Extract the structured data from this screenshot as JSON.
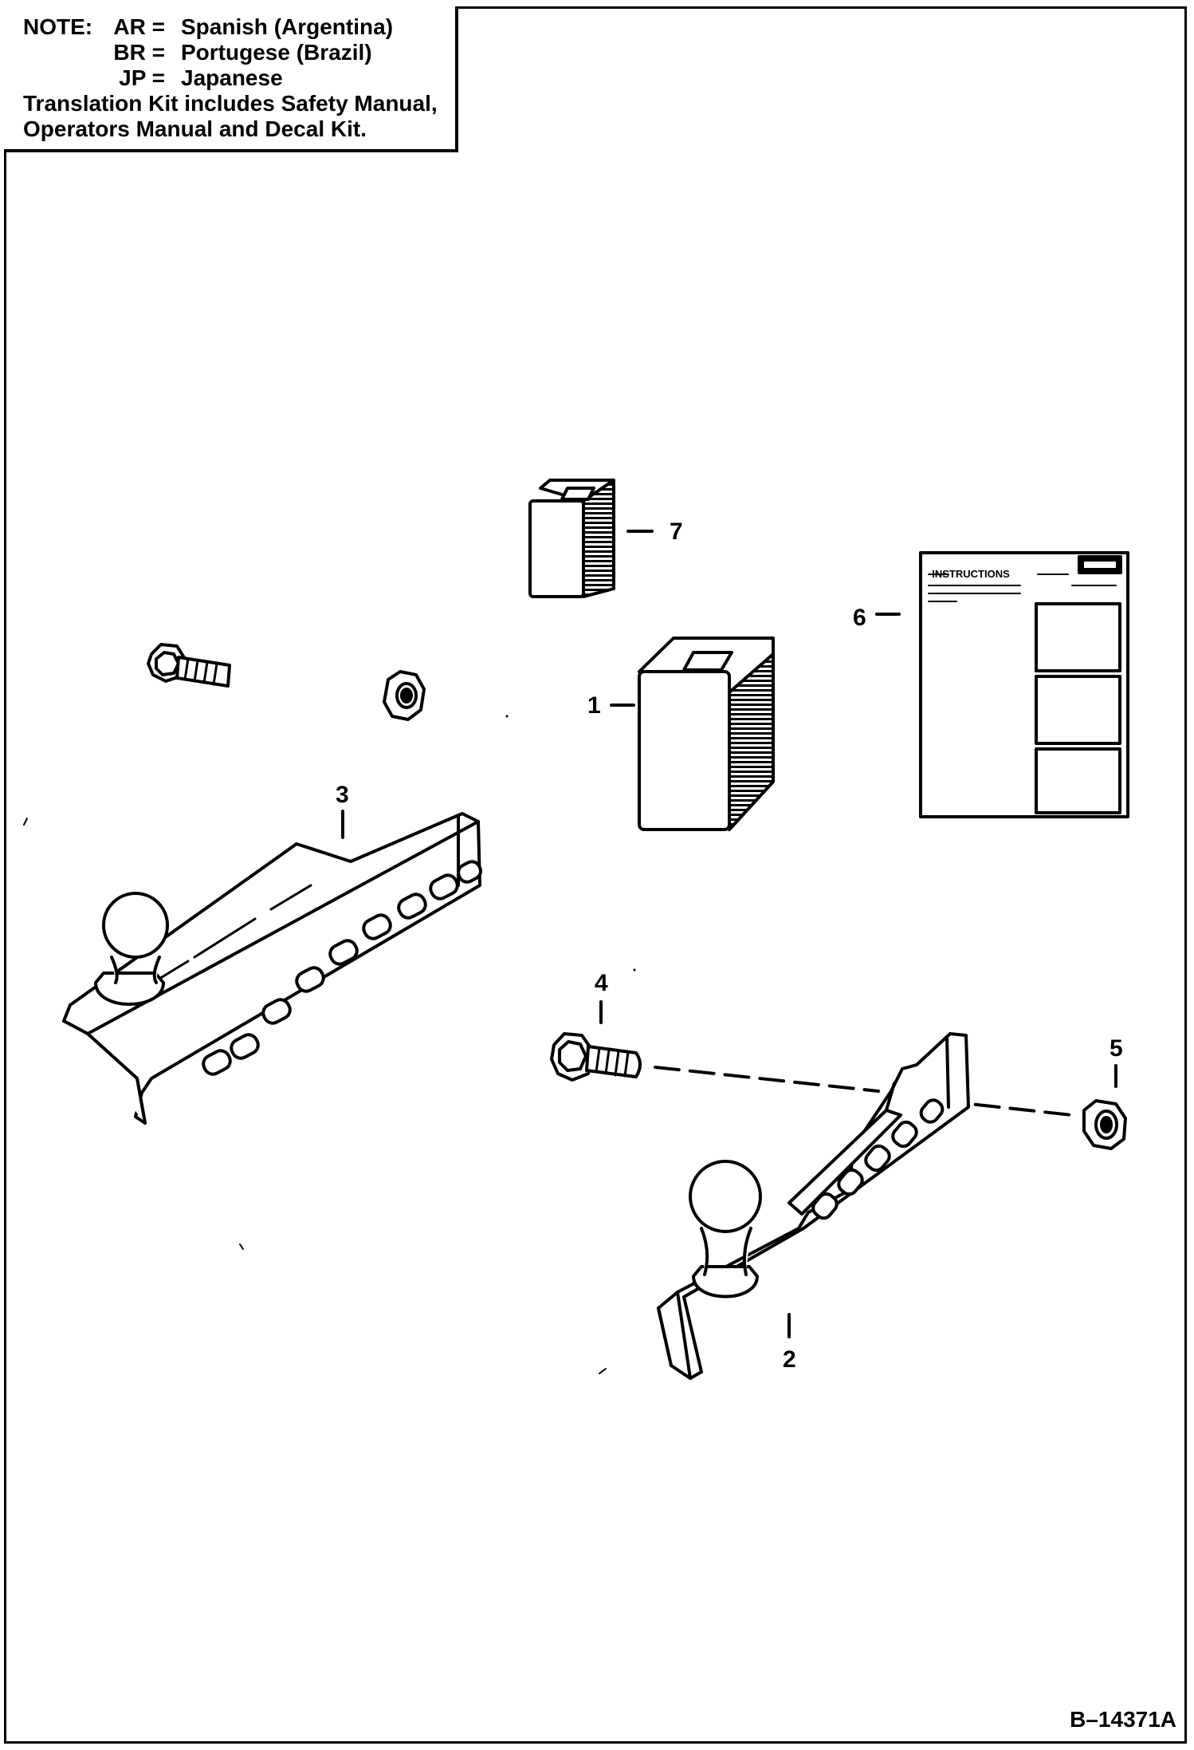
{
  "note": {
    "heading": "NOTE:",
    "entries": [
      {
        "code": "AR =",
        "language": "Spanish (Argentina)"
      },
      {
        "code": "BR =",
        "language": "Portugese (Brazil)"
      },
      {
        "code": "JP =",
        "language": "Japanese"
      }
    ],
    "line4": "Translation Kit includes Safety Manual,",
    "line5": "Operators Manual and Decal Kit."
  },
  "callouts": [
    "1",
    "2",
    "3",
    "4",
    "5",
    "6",
    "7"
  ],
  "instruction_sheet": {
    "title": "INSTRUCTIONS"
  },
  "figure_id": "B–14371A"
}
